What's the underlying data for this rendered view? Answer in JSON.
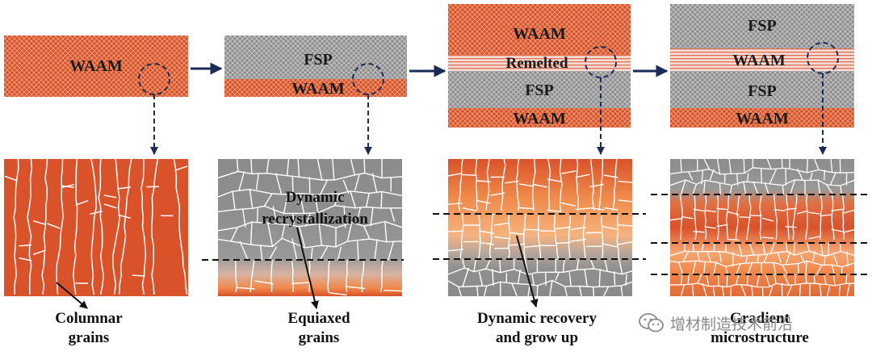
{
  "colors": {
    "waam": "#d9522a",
    "fsp": "#8f8f8f",
    "remelted": "#f4d2cc",
    "arrow": "#1c2b55",
    "grain_line": "#ffffff"
  },
  "top_panels": {
    "p1": {
      "waam": "WAAM"
    },
    "p2": {
      "fsp": "FSP",
      "waam": "WAAM"
    },
    "p3": {
      "waam": "WAAM",
      "remelted": "Remelted",
      "fsp": "FSP",
      "waam_bottom": "WAAM"
    },
    "p4": {
      "fsp_top": "FSP",
      "waam": "WAAM",
      "fsp": "FSP",
      "waam_bottom": "WAAM"
    }
  },
  "annotations": {
    "dynamic_recrystallization": "Dynamic recrystallization"
  },
  "captions": {
    "c1": "Columnar grains",
    "c2": "Equiaxed grains",
    "c3": "Dynamic recovery and grow up",
    "c4": "Gradient microstructure"
  },
  "watermark": {
    "text": "增材制造技术前沿",
    "icon": "wechat-icon"
  }
}
